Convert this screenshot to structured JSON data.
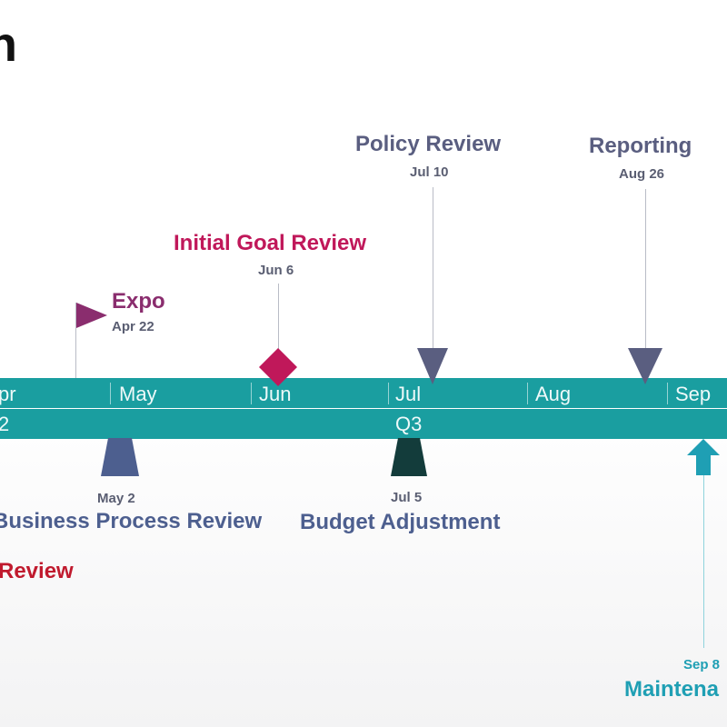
{
  "title": "n",
  "timeline": {
    "months": [
      "pr",
      "May",
      "Jun",
      "Jul",
      "Aug",
      "Sep"
    ],
    "quarters": [
      "2",
      "Q3"
    ]
  },
  "milestones": {
    "policy_review": {
      "label": "Policy Review",
      "date": "Jul 10"
    },
    "reporting": {
      "label": "Reporting",
      "date": "Aug 26"
    },
    "initial_goal_review": {
      "label": "Initial Goal Review",
      "date": "Jun 6"
    },
    "expo": {
      "label": "Expo",
      "date": "Apr 22"
    },
    "business_process_review": {
      "label": "Business Process Review",
      "date": "May 2"
    },
    "budget_adjustment": {
      "label": "Budget Adjustment",
      "date": "Jul 5"
    },
    "review": {
      "label": "Review"
    },
    "maintenance": {
      "label": "Maintena",
      "date": "Sep 8"
    }
  },
  "colors": {
    "band": "#1a9ea0",
    "purple_gray": "#5a5e80",
    "crimson": "#c0185a",
    "plum": "#8a2d6e",
    "slate_blue": "#4d5f8f",
    "dark_green": "#133c3b",
    "teal": "#1f9fb4",
    "red": "#c01a2e"
  }
}
